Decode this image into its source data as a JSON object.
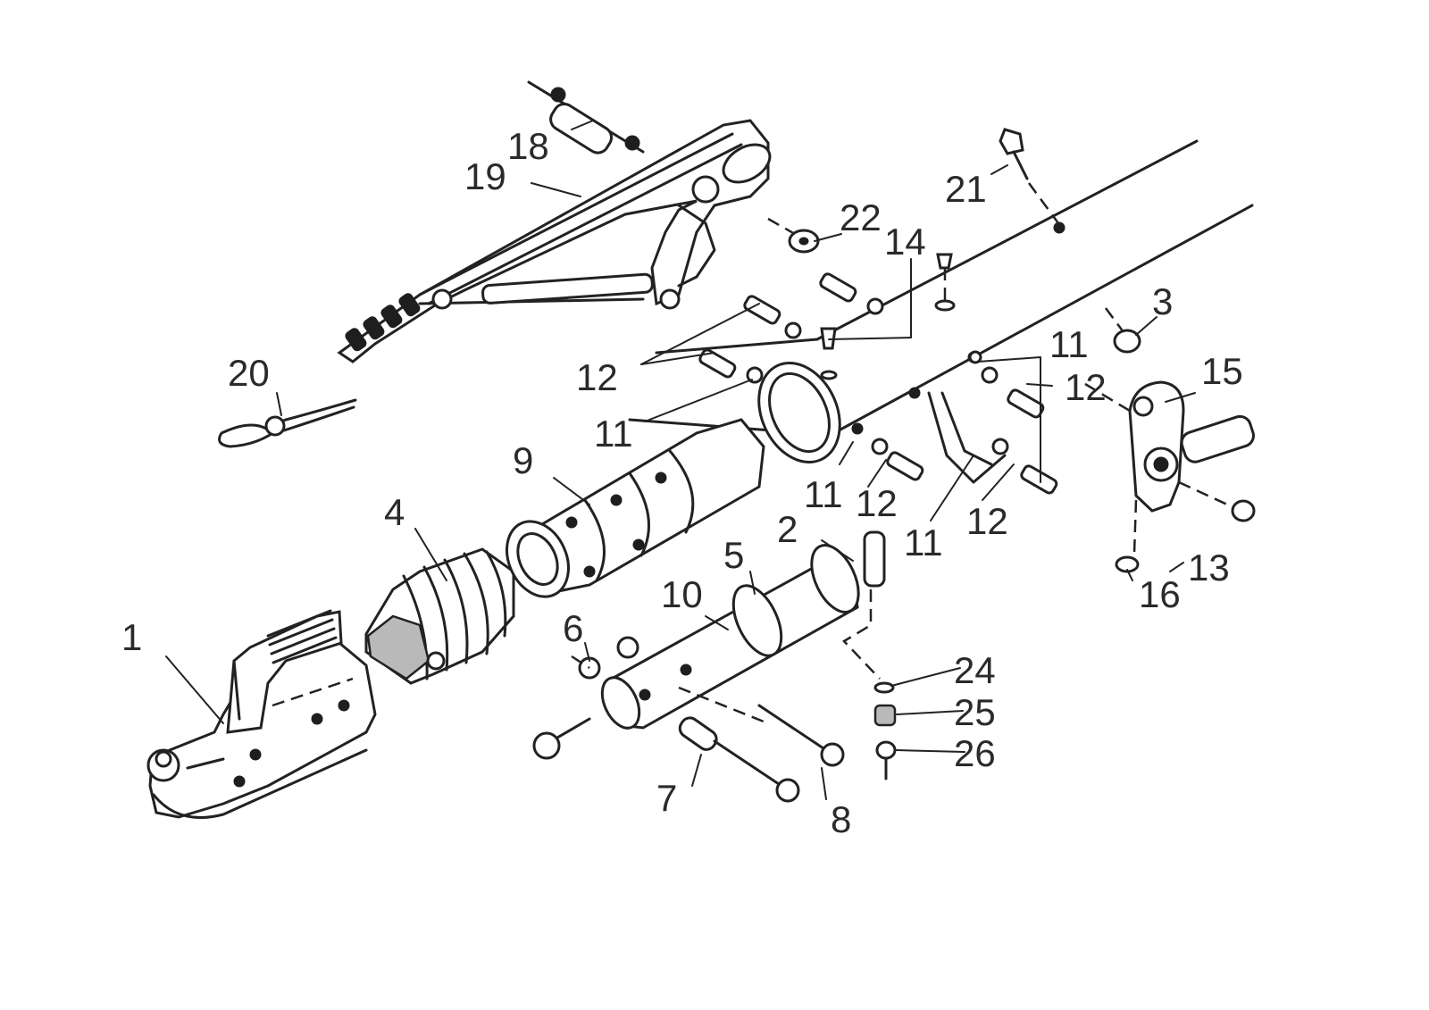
{
  "diagram": {
    "callouts": [
      {
        "id": "c1",
        "text": "1"
      },
      {
        "id": "c2",
        "text": "2"
      },
      {
        "id": "c3",
        "text": "3"
      },
      {
        "id": "c4",
        "text": "4"
      },
      {
        "id": "c5",
        "text": "5"
      },
      {
        "id": "c6",
        "text": "6"
      },
      {
        "id": "c7",
        "text": "7"
      },
      {
        "id": "c8",
        "text": "8"
      },
      {
        "id": "c9",
        "text": "9"
      },
      {
        "id": "c10",
        "text": "10"
      },
      {
        "id": "c11a",
        "text": "11"
      },
      {
        "id": "c11b",
        "text": "11"
      },
      {
        "id": "c11c",
        "text": "11"
      },
      {
        "id": "c11d",
        "text": "11"
      },
      {
        "id": "c12a",
        "text": "12"
      },
      {
        "id": "c12b",
        "text": "12"
      },
      {
        "id": "c12c",
        "text": "12"
      },
      {
        "id": "c12d",
        "text": "12"
      },
      {
        "id": "c13",
        "text": "13"
      },
      {
        "id": "c14",
        "text": "14"
      },
      {
        "id": "c15",
        "text": "15"
      },
      {
        "id": "c16",
        "text": "16"
      },
      {
        "id": "c18",
        "text": "18"
      },
      {
        "id": "c19",
        "text": "19"
      },
      {
        "id": "c20",
        "text": "20"
      },
      {
        "id": "c21",
        "text": "21"
      },
      {
        "id": "c22",
        "text": "22"
      },
      {
        "id": "c24",
        "text": "24"
      },
      {
        "id": "c25",
        "text": "25"
      },
      {
        "id": "c26",
        "text": "26"
      }
    ]
  }
}
